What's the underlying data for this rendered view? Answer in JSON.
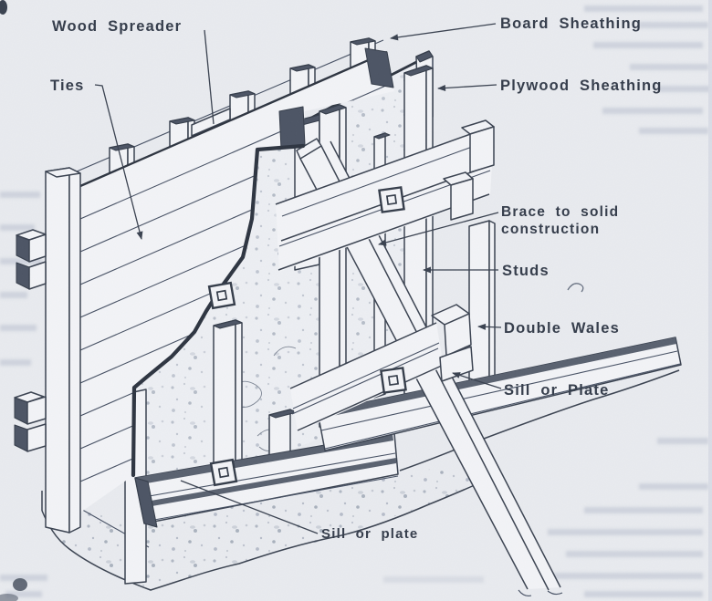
{
  "figure": {
    "type": "technical_line_drawing",
    "subject": "Isometric cutaway diagram of concrete wall formwork on a footing, board sheathing torn away to reveal the concrete",
    "callouts": [
      {
        "id": "wood_spreader",
        "text": "Wood Spreader"
      },
      {
        "id": "ties",
        "text": "Ties"
      },
      {
        "id": "board_sheathing",
        "text": "Board Sheathing"
      },
      {
        "id": "plywood_sheathing",
        "text": "Plywood Sheathing"
      },
      {
        "id": "brace",
        "text": "Brace to solid",
        "text2": "construction"
      },
      {
        "id": "studs",
        "text": "Studs"
      },
      {
        "id": "double_wales",
        "text": "Double Wales"
      },
      {
        "id": "sill_or_plate",
        "text": "Sill or Plate"
      },
      {
        "id": "sill_or_plate_lower",
        "text": "Sill or plate"
      }
    ],
    "colors": {
      "paper": "#e9ebef",
      "ink": "#3a4250",
      "wood_face": "#f3f4f7",
      "end_grain": "#4c5464",
      "speckle": "#9aa3b2"
    }
  }
}
